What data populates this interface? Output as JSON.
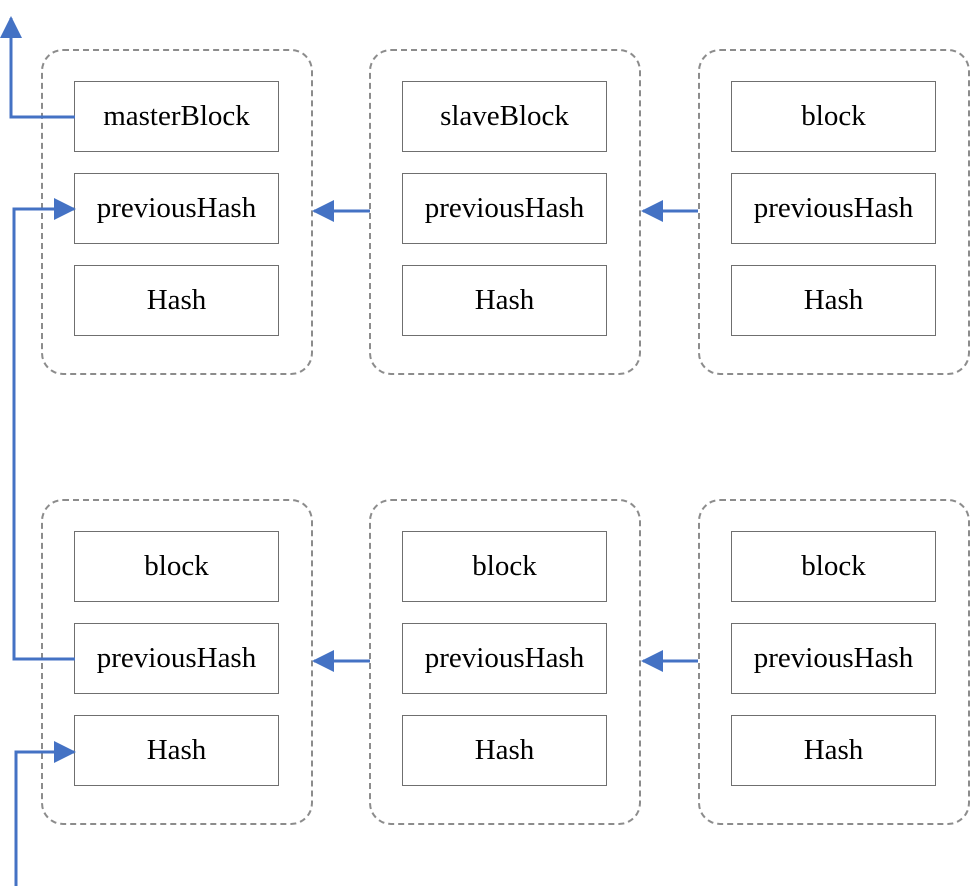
{
  "colors": {
    "arrow": "#4472c4",
    "group_border": "#8c8c8c",
    "field_border": "#6f6f6f"
  },
  "rows": [
    {
      "groups": [
        {
          "fields": [
            "masterBlock",
            "previousHash",
            "Hash"
          ]
        },
        {
          "fields": [
            "slaveBlock",
            "previousHash",
            "Hash"
          ]
        },
        {
          "fields": [
            "block",
            "previousHash",
            "Hash"
          ]
        }
      ]
    },
    {
      "groups": [
        {
          "fields": [
            "block",
            "previousHash",
            "Hash"
          ]
        },
        {
          "fields": [
            "block",
            "previousHash",
            "Hash"
          ]
        },
        {
          "fields": [
            "block",
            "previousHash",
            "Hash"
          ]
        }
      ]
    }
  ]
}
